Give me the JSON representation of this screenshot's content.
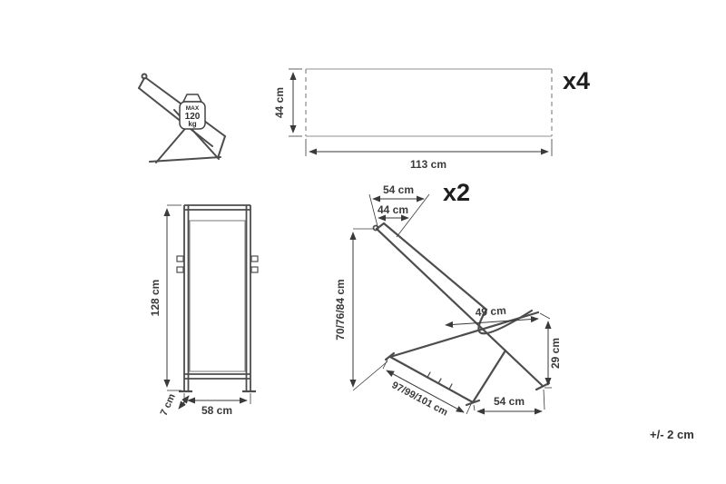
{
  "diagram": {
    "tolerance_note": "+/- 2 cm",
    "folded_view": {
      "badge": {
        "line1": "MAX",
        "line2": "120",
        "line3": "kg"
      }
    },
    "fabric_panel": {
      "quantity": "x4",
      "height": "44 cm",
      "width": "113 cm"
    },
    "front_view": {
      "height": "128 cm",
      "width": "58 cm",
      "depth": "7 cm"
    },
    "side_view": {
      "quantity": "x2",
      "top_width_outer": "54 cm",
      "top_width_inner": "44 cm",
      "overall_height": "70/76/84 cm",
      "seat_depth": "49 cm",
      "seat_height": "29 cm",
      "base_length": "97/99/101 cm",
      "front_base_width": "54 cm"
    }
  },
  "colors": {
    "background": "#ffffff",
    "drawing_line": "#4d4d4d",
    "dimension_line": "#3a3a3a",
    "fabric_edge": "#b5b5b5",
    "label_text": "#3a3a3a"
  }
}
